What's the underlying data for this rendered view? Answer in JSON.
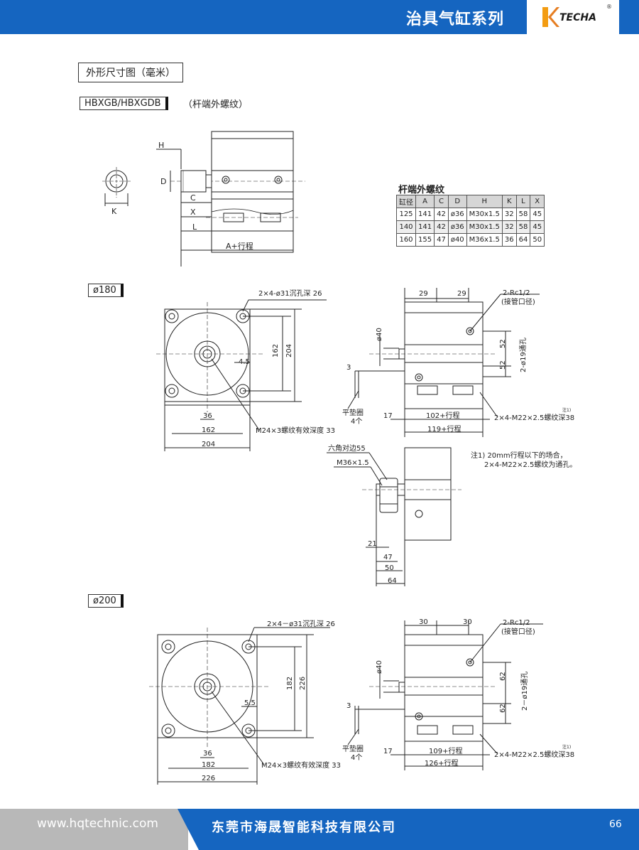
{
  "header": {
    "title": "治具气缸系列",
    "logo_text": "TECHA",
    "logo_reg": "®"
  },
  "section_title": "外形尺寸图（毫米）",
  "model": {
    "name": "HBXGB/HBXGDB",
    "note": "（杆端外螺纹）"
  },
  "top_drawing": {
    "H": "H",
    "D": "D",
    "K": "K",
    "C": "C",
    "X": "X",
    "L": "L",
    "A_stroke": "A+行程"
  },
  "spec_table": {
    "title": "杆端外螺纹",
    "headers": [
      "缸径",
      "A",
      "C",
      "D",
      "H",
      "K",
      "L",
      "X"
    ],
    "rows": [
      [
        "125",
        "141",
        "42",
        "ø36",
        "M30x1.5",
        "32",
        "58",
        "45"
      ],
      [
        "140",
        "141",
        "42",
        "ø36",
        "M30x1.5",
        "32",
        "58",
        "45"
      ],
      [
        "160",
        "155",
        "47",
        "ø40",
        "M36x1.5",
        "36",
        "64",
        "50"
      ]
    ]
  },
  "d180": {
    "label": "ø180",
    "counterbore": "2×4-ø31沉孔深 26",
    "d162v": "162",
    "d204v": "204",
    "d45": "4.5",
    "d36": "36",
    "d162": "162",
    "d204": "204",
    "thread": "M24×3螺纹有效深度 33",
    "d29a": "29",
    "d29b": "29",
    "rc": "2-Rc1/2",
    "rc_sub": "(接管口径)",
    "d40": "ø40",
    "d52a": "52",
    "d52b": "52",
    "through": "2-ø19通孔",
    "d3": "3",
    "washer": "平垫圈",
    "washer_qty": "4个",
    "d17": "17",
    "d102": "102+行程",
    "d119": "119+行程",
    "m22": "2×4-M22×2.5螺纹深38",
    "note_sup": "注1)"
  },
  "rod_end": {
    "hex": "六角对边55",
    "m36": "M36×1.5",
    "d21": "21",
    "d47": "47",
    "d50": "50",
    "d64": "64",
    "note1": "注1) 20mm行程以下的场合，",
    "note2": "2×4-M22×2.5螺纹为通孔。"
  },
  "d200": {
    "label": "ø200",
    "counterbore": "2×4－ø31沉孔深 26",
    "d182v": "182",
    "d226v": "226",
    "d55": "5.5",
    "d36": "36",
    "d182": "182",
    "d226": "226",
    "thread": "M24×3螺纹有效深度 33",
    "d30a": "30",
    "d30b": "30",
    "rc": "2-Rc1/2",
    "rc_sub": "(接管口径)",
    "d40": "ø40",
    "d62a": "62",
    "d62b": "62",
    "through": "2－ø19通孔",
    "d3": "3",
    "washer": "平垫圈",
    "washer_qty": "4个",
    "d17": "17",
    "d109": "109+行程",
    "d126": "126+行程",
    "m22": "2×4-M22×2.5螺纹深38",
    "note_sup": "注1)"
  },
  "footer": {
    "url": "www.hqtechnic.com",
    "company": "东莞市海晟智能科技有限公司",
    "page": "66"
  }
}
